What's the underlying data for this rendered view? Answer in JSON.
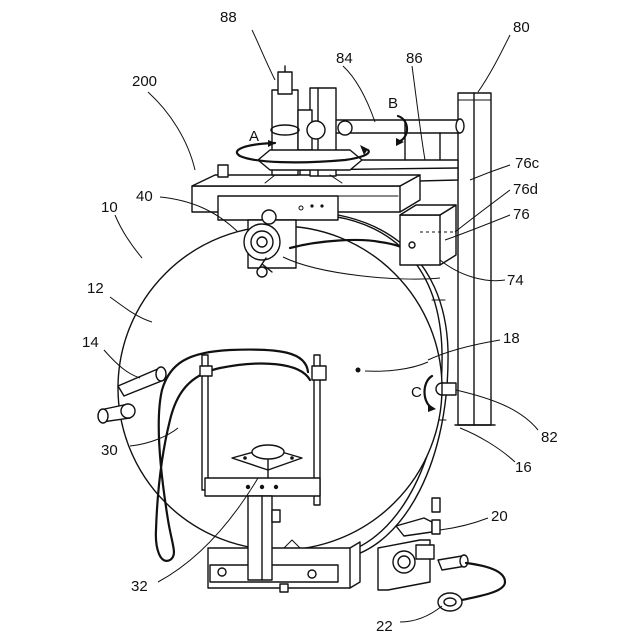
{
  "labels": {
    "l200": "200",
    "l88": "88",
    "l84": "84",
    "l86": "86",
    "l80": "80",
    "lB": "B",
    "lA": "A",
    "l76c": "76c",
    "l76d": "76d",
    "l76": "76",
    "l40": "40",
    "l10": "10",
    "l74": "74",
    "l12": "12",
    "l14": "14",
    "l18": "18",
    "lC": "C",
    "l30": "30",
    "l82": "82",
    "l16": "16",
    "l20": "20",
    "l32": "32",
    "l22": "22"
  }
}
